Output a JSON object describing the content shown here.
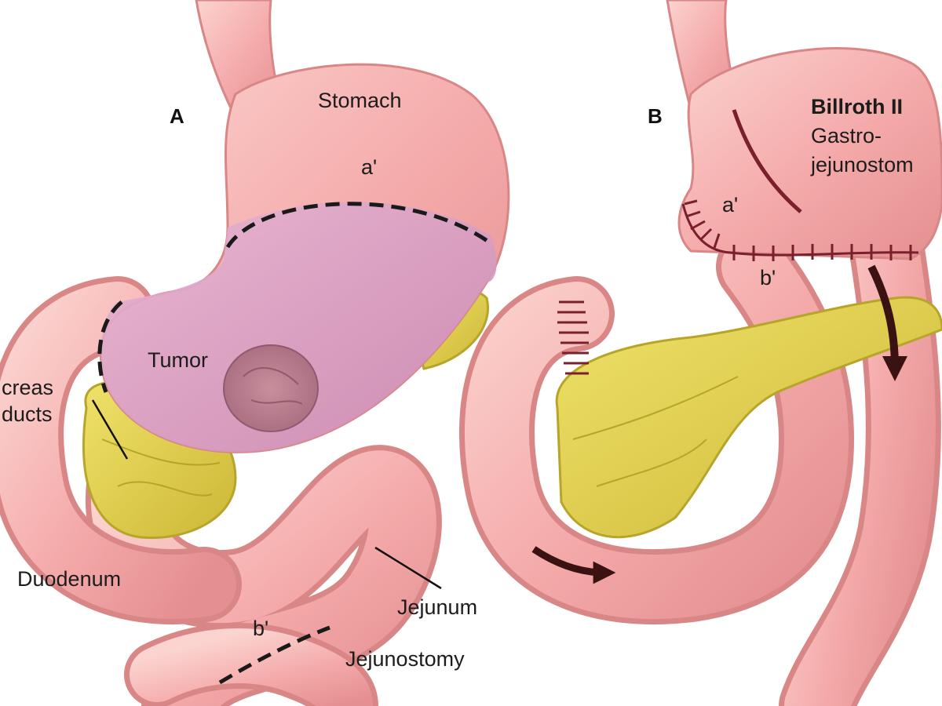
{
  "panel_a": {
    "letter": "A",
    "labels": {
      "stomach": "Stomach",
      "a_prime": "a'",
      "tumor": "Tumor",
      "pancreas_ducts_1": "creas",
      "pancreas_ducts_2": "ducts",
      "duodenum": "Duodenum",
      "jejunum": "Jejunum",
      "b_prime": "b'",
      "jejunostomy": "Jejunostomy"
    }
  },
  "panel_b": {
    "letter": "B",
    "labels": {
      "title": "Billroth II",
      "subtitle_1": "Gastro-",
      "subtitle_2": "jejunostom",
      "a_prime": "a'",
      "b_prime": "b'"
    }
  },
  "colors": {
    "tissue": "#f4a9a9",
    "tissue_dark": "#d98686",
    "resected": "#d9a0c8",
    "pancreas": "#e4d24a",
    "pancreas_dark": "#b7a52a",
    "tumor": "#b47a8c",
    "arrow": "#3a1212"
  }
}
